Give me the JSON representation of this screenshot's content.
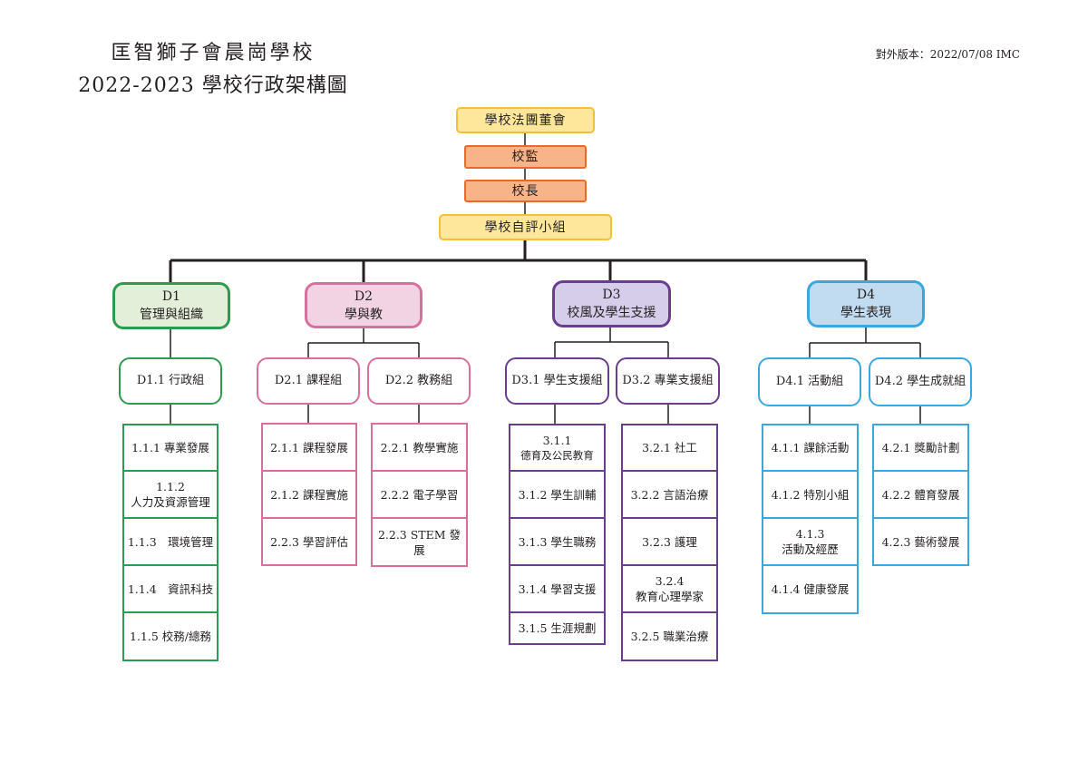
{
  "header": {
    "school": "匡智獅子會晨崗學校",
    "title": "2022-2023 學校行政架構圖",
    "version": "對外版本：2022/07/08 IMC"
  },
  "top": [
    "學校法團董會",
    "校監",
    "校長",
    "學校自評小組"
  ],
  "colors": {
    "d1": "#2e9a4f",
    "d1_fill": "#e3efd9",
    "d2": "#d8709e",
    "d2_fill": "#f2d3e4",
    "d3": "#6a3d8f",
    "d3_fill": "#d6cdea",
    "d4": "#3aa8dc",
    "d4_fill": "#c1dbf1"
  },
  "departments": [
    {
      "code": "D1",
      "name": "管理與組織",
      "groups": [
        {
          "name": "D1.1 行政組",
          "items": [
            {
              "l1": "1.1.1 專業發展",
              "l2": ""
            },
            {
              "l1": "1.1.2",
              "l2": "人力及資源管理"
            },
            {
              "l1": "1.1.3　環境管理",
              "l2": ""
            },
            {
              "l1": "1.1.4　資訊科技",
              "l2": ""
            },
            {
              "l1": "1.1.5 校務/總務",
              "l2": ""
            }
          ]
        }
      ]
    },
    {
      "code": "D2",
      "name": "學與教",
      "groups": [
        {
          "name": "D2.1 課程組",
          "items": [
            {
              "l1": "2.1.1 課程發展",
              "l2": ""
            },
            {
              "l1": "2.1.2 課程實施",
              "l2": ""
            },
            {
              "l1": "2.2.3 學習評估",
              "l2": ""
            }
          ]
        },
        {
          "name": "D2.2 教務組",
          "items": [
            {
              "l1": "2.2.1 教學實施",
              "l2": ""
            },
            {
              "l1": "2.2.2 電子學習",
              "l2": ""
            },
            {
              "l1": "2.2.3 STEM 發展",
              "l2": ""
            }
          ]
        }
      ]
    },
    {
      "code": "D3",
      "name": "校風及學生支援",
      "groups": [
        {
          "name": "D3.1 學生支援組",
          "items": [
            {
              "l1": "3.1.1",
              "l2": "德育及公民教育"
            },
            {
              "l1": "3.1.2 學生訓輔",
              "l2": ""
            },
            {
              "l1": "3.1.3 學生職務",
              "l2": ""
            },
            {
              "l1": "3.1.4 學習支援",
              "l2": ""
            },
            {
              "l1": "3.1.5 生涯規劃",
              "l2": ""
            }
          ]
        },
        {
          "name": "D3.2 專業支援組",
          "items": [
            {
              "l1": "3.2.1 社工",
              "l2": ""
            },
            {
              "l1": "3.2.2 言語治療",
              "l2": ""
            },
            {
              "l1": "3.2.3 護理",
              "l2": ""
            },
            {
              "l1": "3.2.4",
              "l2": "教育心理學家"
            },
            {
              "l1": "3.2.5 職業治療",
              "l2": ""
            }
          ]
        }
      ]
    },
    {
      "code": "D4",
      "name": "學生表現",
      "groups": [
        {
          "name": "D4.1 活動組",
          "items": [
            {
              "l1": "4.1.1 課餘活動",
              "l2": ""
            },
            {
              "l1": "4.1.2 特別小組",
              "l2": ""
            },
            {
              "l1": "4.1.3",
              "l2": "活動及經歷"
            },
            {
              "l1": "4.1.4 健康發展",
              "l2": ""
            }
          ]
        },
        {
          "name": "D4.2 學生成就組",
          "items": [
            {
              "l1": "4.2.1 獎勵計劃",
              "l2": ""
            },
            {
              "l1": "4.2.2 體育發展",
              "l2": ""
            },
            {
              "l1": "4.2.3 藝術發展",
              "l2": ""
            }
          ]
        }
      ]
    }
  ]
}
